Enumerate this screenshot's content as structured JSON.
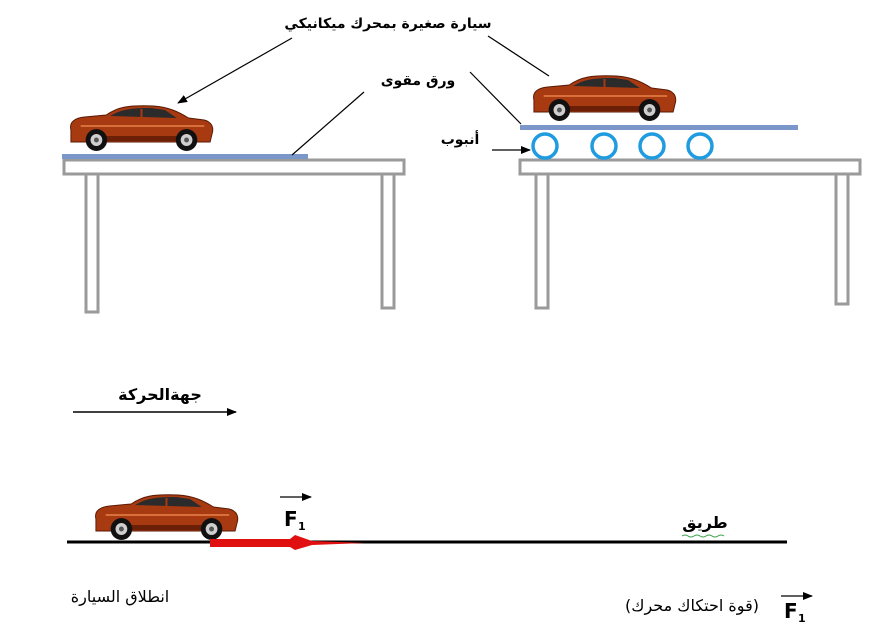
{
  "labels": {
    "toy_car": "سيارة صغيرة بمحرك ميكانيكي",
    "cardboard": "ورق مقوى",
    "tube": "أنبوب",
    "direction": "جهةالحركة",
    "road": "طريق",
    "car_start": "انطلاق السيارة",
    "force_name": "F",
    "force_sub": "1",
    "force_desc": "(قوة احتكاك محرك)"
  },
  "colors": {
    "car_body": "#a83a12",
    "car_dark": "#6b1f06",
    "board": "#7b96c8",
    "tube_ring": "#1f9be0",
    "table": "#9a9a9a",
    "force_arrow": "#e01010",
    "road": "#000000"
  }
}
